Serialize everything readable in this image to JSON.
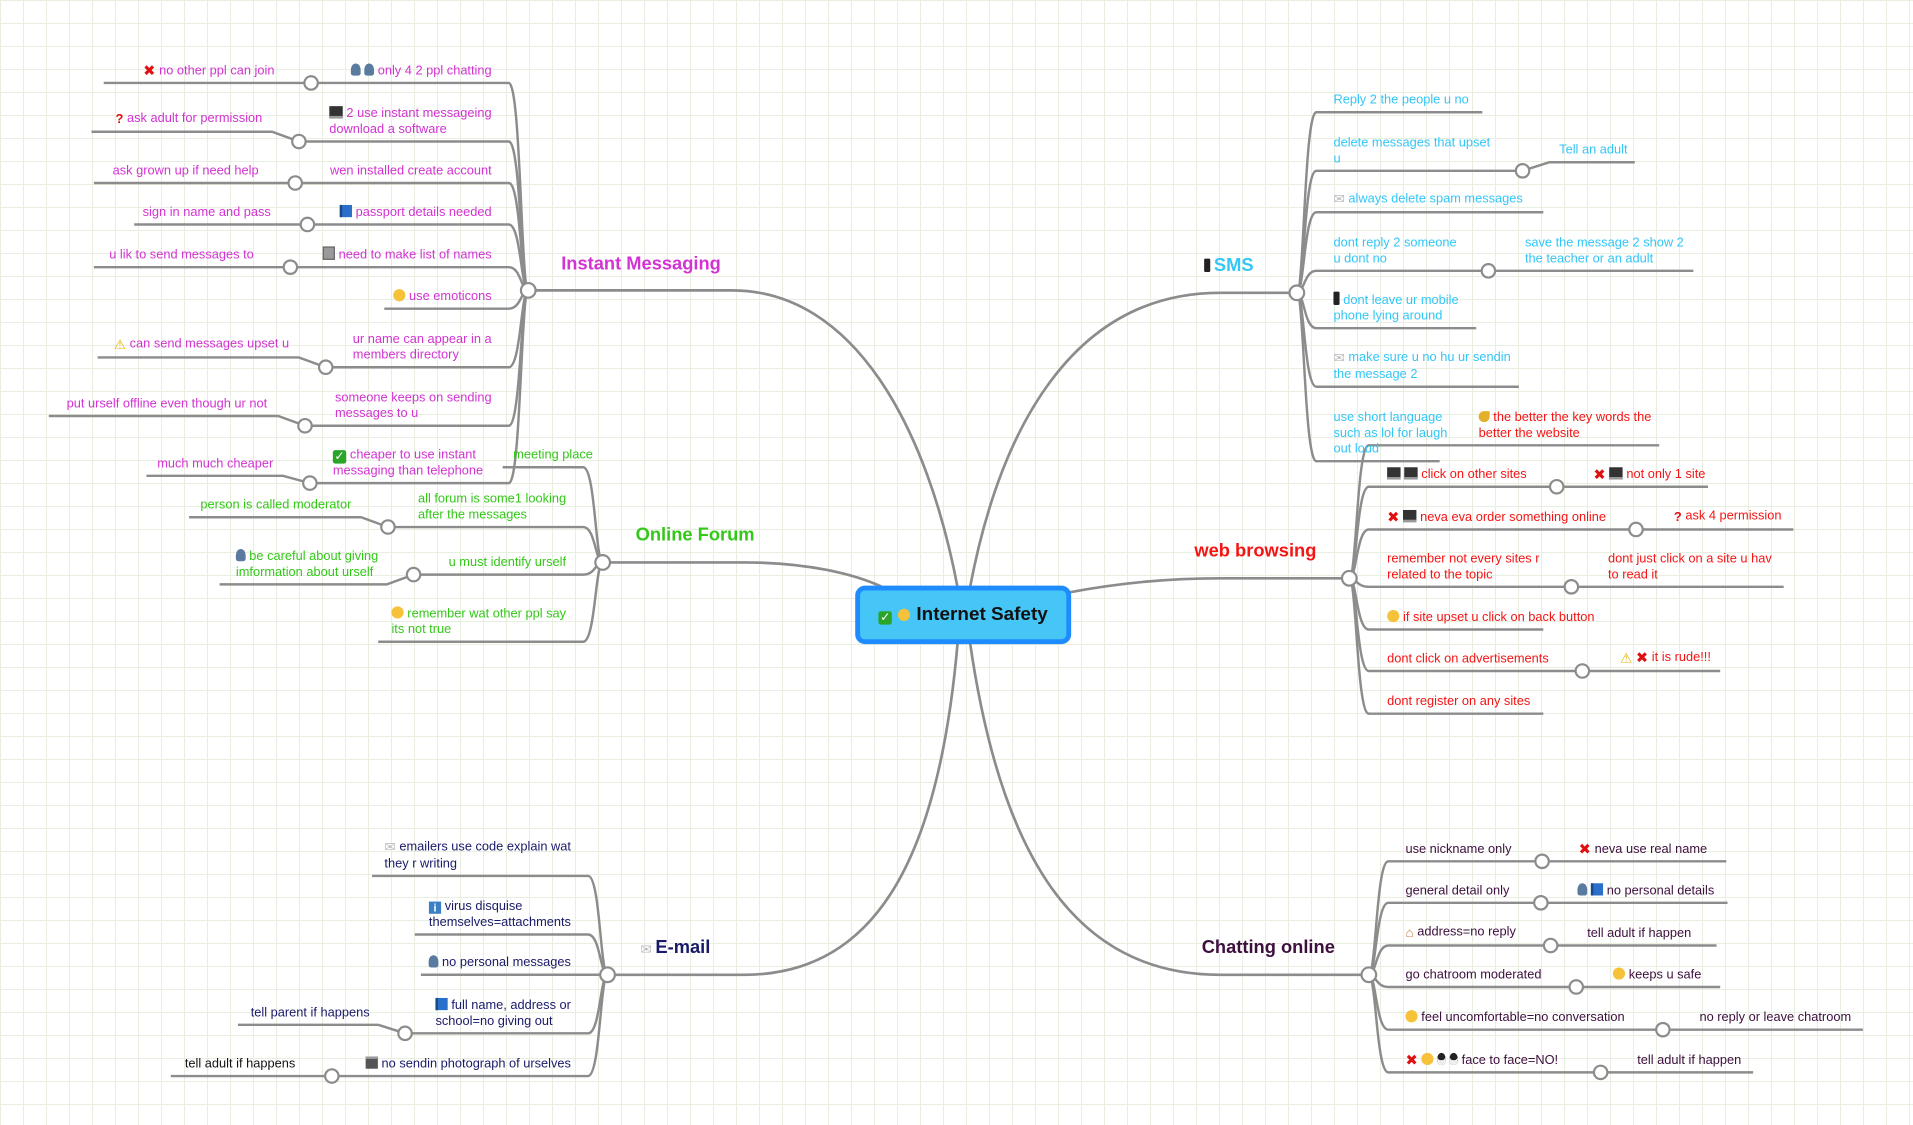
{
  "center": {
    "icons": [
      "check",
      "smiley"
    ],
    "title": "Internet Safety"
  },
  "colors": {
    "line": "#8c8c8c",
    "center_fill": "#45c6f7",
    "center_border": "#1e8cff"
  },
  "branches": [
    {
      "title": "Instant Messaging",
      "icons": [],
      "color": "#d233d2",
      "items": [
        {
          "icons": [
            "person",
            "person"
          ],
          "text": "only 4 2 ppl chatting",
          "child": {
            "icons": [
              "cross"
            ],
            "text": "no other ppl can join"
          }
        },
        {
          "icons": [
            "monitor"
          ],
          "text": "2 use instant messageing\ndownload a software",
          "child": {
            "icons": [
              "question"
            ],
            "text": "ask adult for permission"
          }
        },
        {
          "icons": [],
          "text": "wen installed create account",
          "child": {
            "icons": [],
            "text": "ask grown up if need help"
          }
        },
        {
          "icons": [
            "book"
          ],
          "text": "passport details needed",
          "child": {
            "icons": [],
            "text": "sign in name and pass"
          }
        },
        {
          "icons": [
            "notebook"
          ],
          "text": "need to make list of names",
          "child": {
            "icons": [],
            "text": "u lik to send messages to"
          }
        },
        {
          "icons": [
            "smiley"
          ],
          "text": "use emoticons"
        },
        {
          "icons": [],
          "text": "ur name can appear in a\nmembers directory",
          "child": {
            "icons": [
              "warning"
            ],
            "text": "can send messages upset u"
          }
        },
        {
          "icons": [],
          "text": "someone keeps on sending\nmessages to u",
          "child": {
            "icons": [],
            "text": "put urself offline even though ur not"
          }
        },
        {
          "icons": [
            "check"
          ],
          "text": "cheaper to use instant\nmessaging than telephone",
          "child": {
            "icons": [],
            "text": "much much cheaper"
          }
        }
      ]
    },
    {
      "title": "Online Forum",
      "icons": [],
      "color": "#33c818",
      "items": [
        {
          "icons": [],
          "text": "meeting place"
        },
        {
          "icons": [],
          "text": "all forum is some1 looking\nafter the messages",
          "child": {
            "icons": [],
            "text": "person is called moderator"
          }
        },
        {
          "icons": [],
          "text": "u must identify urself",
          "child": {
            "icons": [
              "person"
            ],
            "text": "be careful about giving\nimformation about urself"
          }
        },
        {
          "icons": [
            "smiley"
          ],
          "text": "remember wat other ppl say\nits not true"
        }
      ]
    },
    {
      "title": "E-mail",
      "icons": [
        "envelope"
      ],
      "color": "#1a1a6a",
      "items": [
        {
          "icons": [
            "envelope"
          ],
          "text": "emailers use code explain wat\nthey r writing"
        },
        {
          "icons": [
            "info"
          ],
          "text": "virus disquise\nthemselves=attachments"
        },
        {
          "icons": [
            "person"
          ],
          "text": "no personal messages"
        },
        {
          "icons": [
            "book"
          ],
          "text": "full name, address or\nschool=no giving out",
          "child": {
            "icons": [],
            "text": "tell parent if happens",
            "color": "#1a1a6a"
          }
        },
        {
          "icons": [
            "printer"
          ],
          "text": "no sendin photograph of urselves",
          "child": {
            "icons": [],
            "text": "tell adult if happens",
            "color": "#111111"
          }
        }
      ]
    },
    {
      "title": "SMS",
      "icons": [
        "phone"
      ],
      "color": "#33c6f7",
      "items": [
        {
          "icons": [],
          "text": "Reply 2 the people u no"
        },
        {
          "icons": [],
          "text": "delete messages that upset\nu",
          "child": {
            "icons": [],
            "text": "Tell an adult"
          }
        },
        {
          "icons": [
            "envelope"
          ],
          "text": "always delete spam messages"
        },
        {
          "icons": [],
          "text": "dont reply 2 someone\nu dont no",
          "child": {
            "icons": [],
            "text": "save the message 2 show 2\nthe teacher or an adult"
          }
        },
        {
          "icons": [
            "phone"
          ],
          "text": "dont leave ur mobile\nphone lying around"
        },
        {
          "icons": [
            "envelope"
          ],
          "text": "make sure u no hu ur sendin\nthe message 2"
        },
        {
          "icons": [],
          "text": "use short language\nsuch as lol for laugh\nout loud"
        }
      ]
    },
    {
      "title": "web browsing",
      "icons": [],
      "color": "#f51414",
      "items": [
        {
          "icons": [
            "key"
          ],
          "text": "the better the key words the\nbetter the website"
        },
        {
          "icons": [
            "monitor",
            "monitor"
          ],
          "text": "click on other sites",
          "child": {
            "icons": [
              "cross",
              "monitor"
            ],
            "text": "not only 1 site"
          }
        },
        {
          "icons": [
            "cross",
            "monitor"
          ],
          "text": "neva eva order something online",
          "child": {
            "icons": [
              "question"
            ],
            "text": "ask 4 permission"
          }
        },
        {
          "icons": [],
          "text": "remember not every sites r\nrelated to the topic",
          "child": {
            "icons": [],
            "text": "dont just click on a site u hav\nto read it"
          }
        },
        {
          "icons": [
            "smiley"
          ],
          "text": "if site upset u click on back button"
        },
        {
          "icons": [],
          "text": "dont click on advertisements",
          "child": {
            "icons": [
              "warning",
              "cross"
            ],
            "text": "it is rude!!!"
          }
        },
        {
          "icons": [],
          "text": "dont register on any sites"
        }
      ]
    },
    {
      "title": "Chatting online",
      "icons": [],
      "color": "#3d0f3d",
      "items": [
        {
          "icons": [],
          "text": "use nickname only",
          "child": {
            "icons": [
              "cross"
            ],
            "text": "neva use real name"
          }
        },
        {
          "icons": [],
          "text": "general detail only",
          "child": {
            "icons": [
              "person",
              "book"
            ],
            "text": "no personal details"
          }
        },
        {
          "icons": [
            "house"
          ],
          "text": "address=no reply",
          "child": {
            "icons": [],
            "text": "tell adult if happen"
          }
        },
        {
          "icons": [],
          "text": "go chatroom moderated",
          "child": {
            "icons": [
              "smiley"
            ],
            "text": "keeps u safe"
          }
        },
        {
          "icons": [
            "smiley"
          ],
          "text": "feel uncomfortable=no conversation",
          "child": {
            "icons": [],
            "text": "no reply or leave chatroom"
          }
        },
        {
          "icons": [
            "cross",
            "smiley",
            "penguin",
            "penguin"
          ],
          "text": "face to face=NO!",
          "child": {
            "icons": [],
            "text": "tell adult if happen"
          }
        }
      ]
    }
  ]
}
